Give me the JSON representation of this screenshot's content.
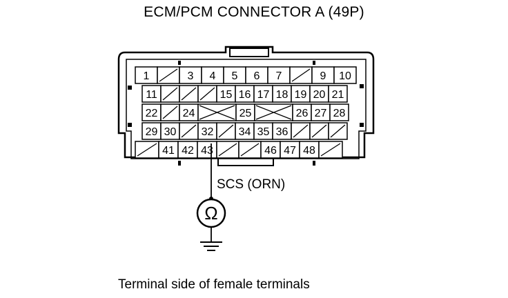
{
  "title": "ECM/PCM CONNECTOR A (49P)",
  "caption": "Terminal side of female terminals",
  "wire": {
    "label": "SCS (ORN)"
  },
  "meter": {
    "symbol": "Ω"
  },
  "rows": [
    [
      "1",
      "",
      "3",
      "4",
      "5",
      "6",
      "7",
      "",
      "9",
      "10"
    ],
    [
      "11",
      "",
      "",
      "",
      "15",
      "16",
      "17",
      "18",
      "19",
      "20",
      "21"
    ],
    [
      "22",
      "",
      "24",
      "X",
      "25",
      "X",
      "26",
      "27",
      "28"
    ],
    [
      "29",
      "30",
      "",
      "32",
      "",
      "34",
      "35",
      "36",
      "",
      "",
      ""
    ],
    [
      "",
      "41",
      "42",
      "43",
      "",
      "",
      "46",
      "47",
      "48",
      ""
    ]
  ]
}
